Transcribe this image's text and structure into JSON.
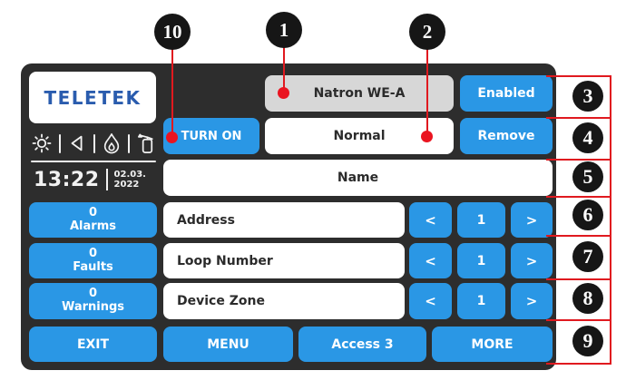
{
  "sidebar": {
    "logo": "TELETEK",
    "icons": [
      "brightness-icon",
      "sounder-icon",
      "fire-icon",
      "extinguisher-icon"
    ],
    "time": "13:22",
    "date_top": "02.03.",
    "date_bottom": "2022",
    "counters": [
      {
        "count": "0",
        "label": "Alarms"
      },
      {
        "count": "0",
        "label": "Faults"
      },
      {
        "count": "0",
        "label": "Warnings"
      }
    ]
  },
  "header": {
    "device_type_button": "Natron WE-A",
    "enabled_button": "Enabled",
    "turn_on_button": "TURN ON",
    "status_field": "Normal",
    "remove_button": "Remove",
    "name_field": "Name"
  },
  "rows": [
    {
      "label": "Address",
      "value": "1",
      "prev": "<",
      "next": ">"
    },
    {
      "label": "Loop Number",
      "value": "1",
      "prev": "<",
      "next": ">"
    },
    {
      "label": "Device Zone",
      "value": "1",
      "prev": "<",
      "next": ">"
    }
  ],
  "bottom": {
    "exit": "EXIT",
    "menu": "MENU",
    "access": "Access 3",
    "more": "MORE"
  },
  "callouts": {
    "top": [
      "10",
      "1",
      "2"
    ],
    "right": [
      "3",
      "4",
      "5",
      "6",
      "7",
      "8",
      "9"
    ]
  },
  "colors": {
    "accent_blue": "#2a97e5",
    "panel_dark": "#2d2d2d",
    "callout_red": "#e0191f",
    "device_gray": "#d7d7d7",
    "logo_blue": "#2a5cae"
  }
}
